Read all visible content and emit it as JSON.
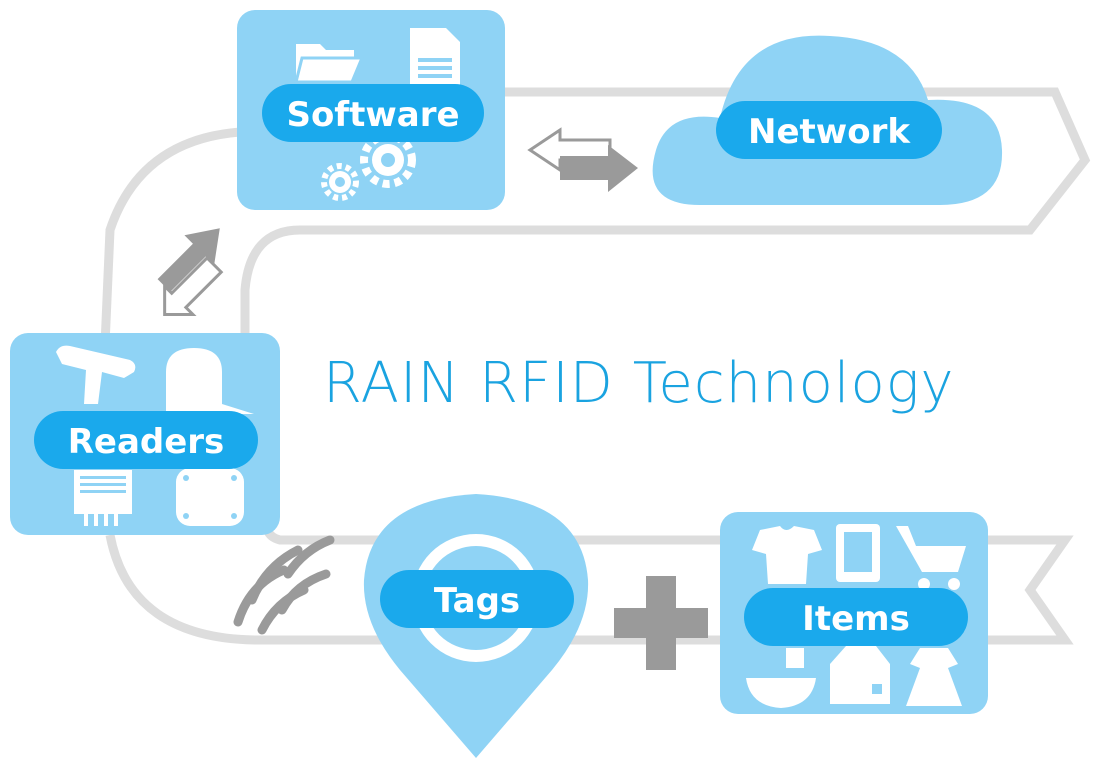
{
  "title": "RAIN RFID Technology",
  "nodes": {
    "software": "Software",
    "network": "Network",
    "readers": "Readers",
    "tags": "Tags",
    "items": "Items"
  },
  "colors": {
    "box": "#8fd3f5",
    "pill": "#1aa9ec",
    "road": "#dcdcdc",
    "arrow": "#9a9a9a",
    "title": "#1aa3e0"
  },
  "icons": {
    "software": [
      "folder-icon",
      "document-icon",
      "gears-icon"
    ],
    "readers": [
      "handheld-reader-icon",
      "fixed-reader-icon",
      "reader-module-icon",
      "antenna-icon"
    ],
    "items": [
      "tshirt-icon",
      "phone-icon",
      "shopping-cart-icon",
      "bowl-icon",
      "box-icon",
      "dress-icon"
    ],
    "flows": [
      "bidirectional-arrow-icon",
      "plus-icon",
      "radio-waves-icon"
    ]
  }
}
